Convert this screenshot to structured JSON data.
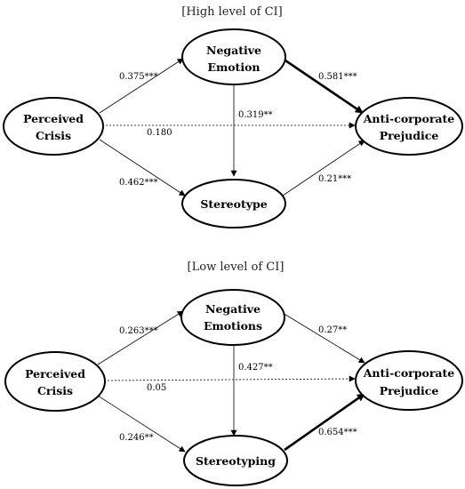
{
  "panels": [
    {
      "title": "[High level of CI]",
      "nodes": {
        "perceived": {
          "line1": "Perceived",
          "line2": "Crisis"
        },
        "emotion": {
          "line1": "Negative",
          "line2": "Emotion"
        },
        "stereo": {
          "line1": "Stereotype"
        },
        "prejudice": {
          "line1": "Anti-corporate",
          "line2": "Prejudice"
        }
      },
      "paths": {
        "perceived_emotion": "0.375***",
        "emotion_prejudice": "0.581***",
        "emotion_stereo": "0.319**",
        "perceived_prejudice": "0.180",
        "perceived_stereo": "0.462***",
        "stereo_prejudice": "0.21***"
      }
    },
    {
      "title": "[Low level of CI]",
      "nodes": {
        "perceived": {
          "line1": "Perceived",
          "line2": "Crisis"
        },
        "emotion": {
          "line1": "Negative",
          "line2": "Emotions"
        },
        "stereo": {
          "line1": "Stereotyping"
        },
        "prejudice": {
          "line1": "Anti-corporate",
          "line2": "Prejudice"
        }
      },
      "paths": {
        "perceived_emotion": "0.263***",
        "emotion_prejudice": "0.27**",
        "emotion_stereo": "0.427**",
        "perceived_prejudice": "0.05",
        "perceived_stereo": "0.246**",
        "stereo_prejudice": "0.654***"
      }
    }
  ]
}
